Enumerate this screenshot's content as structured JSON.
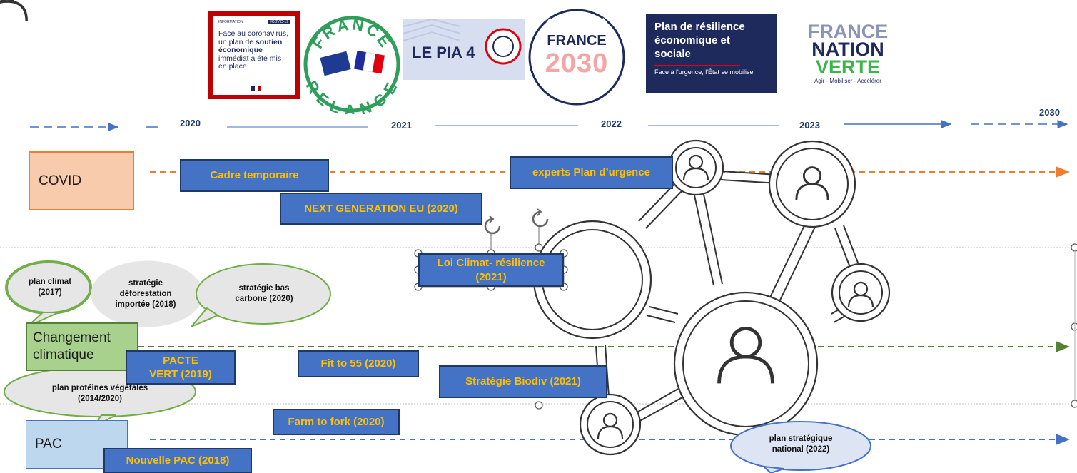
{
  "logos": {
    "info": {
      "tag": "INFORMATION",
      "badge": "#COVID-19",
      "text_before": "Face au coronavirus, un plan de ",
      "text_bold": "soutien économique",
      "text_after": " immédiat a été mis en place"
    },
    "relance": {
      "top": "FRANCE",
      "bottom": "RELANCE"
    },
    "pia": {
      "label": "LE PIA 4"
    },
    "france2030": {
      "top": "FRANCE",
      "year": "2030"
    },
    "resilience": {
      "title": "Plan de résilience économique et sociale",
      "subtitle": "Face à l'urgence, l'État se mobilise"
    },
    "nation_verte": {
      "line1": "FRANCE",
      "line2": "NATION",
      "line3": "VERTE",
      "tagline": "Agir - Mobiliser - Accélérer"
    }
  },
  "timeline": {
    "years": [
      "2020",
      "2021",
      "2022",
      "2023",
      "2030"
    ]
  },
  "categories": {
    "covid": "COVID",
    "climate": "Changement climatique",
    "pac": "PAC"
  },
  "events": {
    "cadre": "Cadre temporaire",
    "experts": "experts Plan d’urgence",
    "nextgen": "NEXT GENERATION EU (2020)",
    "loi_climat": "Loi Climat- résilience (2021)",
    "pacte_vert": "PACTE VERT (2019)",
    "fit55": "Fit to 55 (2020)",
    "biodiv": "Stratégie Biodiv (2021)",
    "farm": "Farm to fork (2020)",
    "nouvelle_pac": "Nouvelle PAC (2018)"
  },
  "bubbles": {
    "plan_climat": "plan climat (2017)",
    "deforestation": "stratégie déforestation importée (2018)",
    "bas_carbone": "stratégie bas carbone (2020)",
    "proteines": "plan protéines végétales (2014/2020)",
    "psn": "plan stratégique national (2022)"
  },
  "colors": {
    "covid": "#ED7D31",
    "climate": "#548235",
    "pac": "#4472C4",
    "box": "#4472C4",
    "box_text": "#FFC000",
    "navy": "#1F2A5C"
  }
}
